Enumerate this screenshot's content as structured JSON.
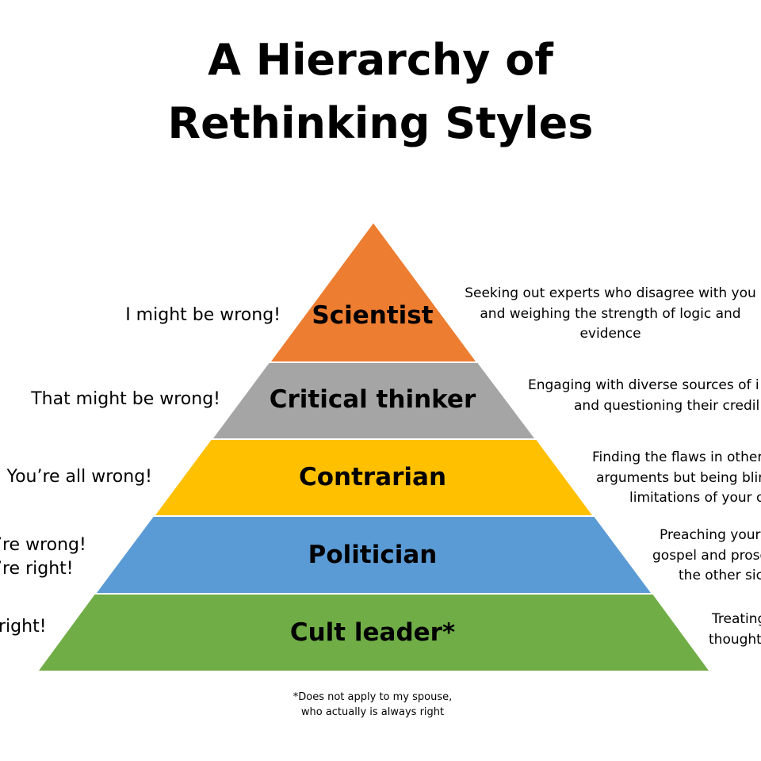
{
  "title": {
    "line1": "A Hierarchy of",
    "line2": "Rethinking Styles"
  },
  "tiers": [
    {
      "label": "Scientist",
      "color": "#ED7D31",
      "quote": [
        "I might be wrong!"
      ],
      "description": [
        "Seeking out experts who disagree with you",
        "and weighing the strength of logic and",
        "evidence"
      ]
    },
    {
      "label": "Critical thinker",
      "color": "#A5A5A5",
      "quote": [
        "That might be wrong!"
      ],
      "description": [
        "Engaging with diverse sources of i",
        "and questioning their credil"
      ]
    },
    {
      "label": "Contrarian",
      "color": "#FFC000",
      "quote": [
        "You’re all wrong!"
      ],
      "description": [
        "Finding the flaws in other",
        "arguments but being blir",
        "limitations of your o"
      ]
    },
    {
      "label": "Politician",
      "color": "#5B9BD5",
      "quote": [
        "’re wrong!",
        "’re right!"
      ],
      "description": [
        "Preaching your",
        "gospel and prose",
        "the other sic"
      ]
    },
    {
      "label": "Cult leader*",
      "color": "#70AD47",
      "quote": [
        "right!"
      ],
      "description": [
        "Treating",
        "thought"
      ]
    }
  ],
  "footnote": [
    "*Does not apply to my spouse,",
    "who actually is always right"
  ]
}
